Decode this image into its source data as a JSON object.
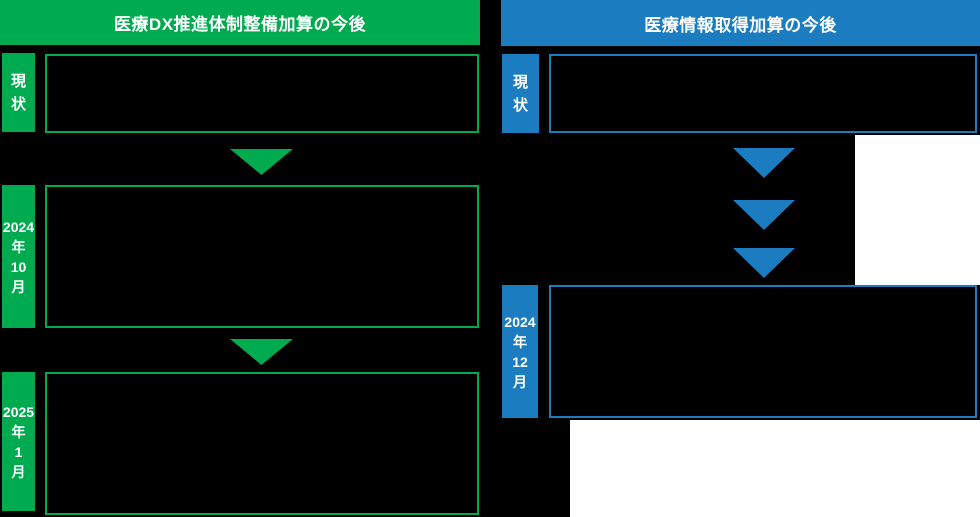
{
  "colors": {
    "green": "#00AB4F",
    "blue": "#1B7DC0",
    "background": "#000000",
    "white_area": "#FFFFFF",
    "text": "#FFFFFF"
  },
  "left_panel": {
    "title": "医療DX推進体制整備加算の今後",
    "stages": [
      {
        "label_lines": [
          "現",
          "状"
        ]
      },
      {
        "label_lines": [
          "2024",
          "年",
          "10",
          "月"
        ]
      },
      {
        "label_lines": [
          "2025",
          "年",
          "1",
          "月"
        ]
      }
    ]
  },
  "right_panel": {
    "title": "医療情報取得加算の今後",
    "stages": [
      {
        "label_lines": [
          "現",
          "状"
        ]
      },
      {
        "label_lines": [
          "2024",
          "年",
          "12",
          "月"
        ]
      }
    ]
  }
}
